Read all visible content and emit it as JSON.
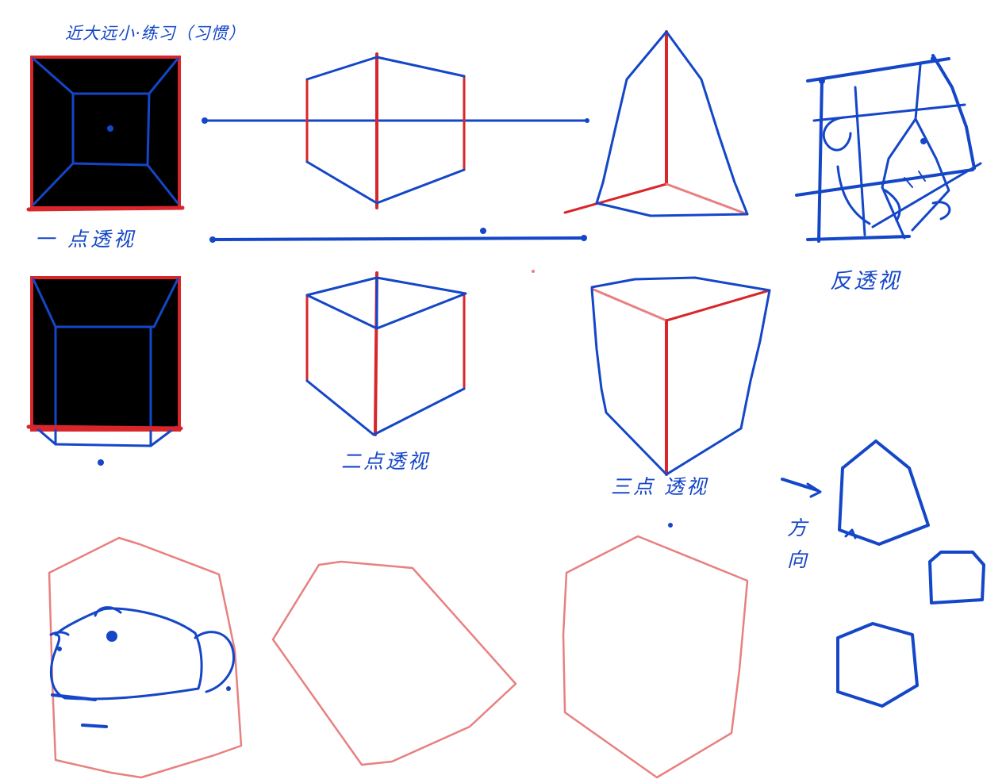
{
  "labels": {
    "title": "近大远小·练习（习惯）",
    "one_point": "一 点透视",
    "two_point": "二点透视",
    "three_point": "三点 透视",
    "reverse": "反透视",
    "direction": "方向"
  },
  "colors": {
    "ink_blue": "#1446c8",
    "ink_red": "#d8262a",
    "ink_pink": "#e88080",
    "background": "#ffffff"
  }
}
